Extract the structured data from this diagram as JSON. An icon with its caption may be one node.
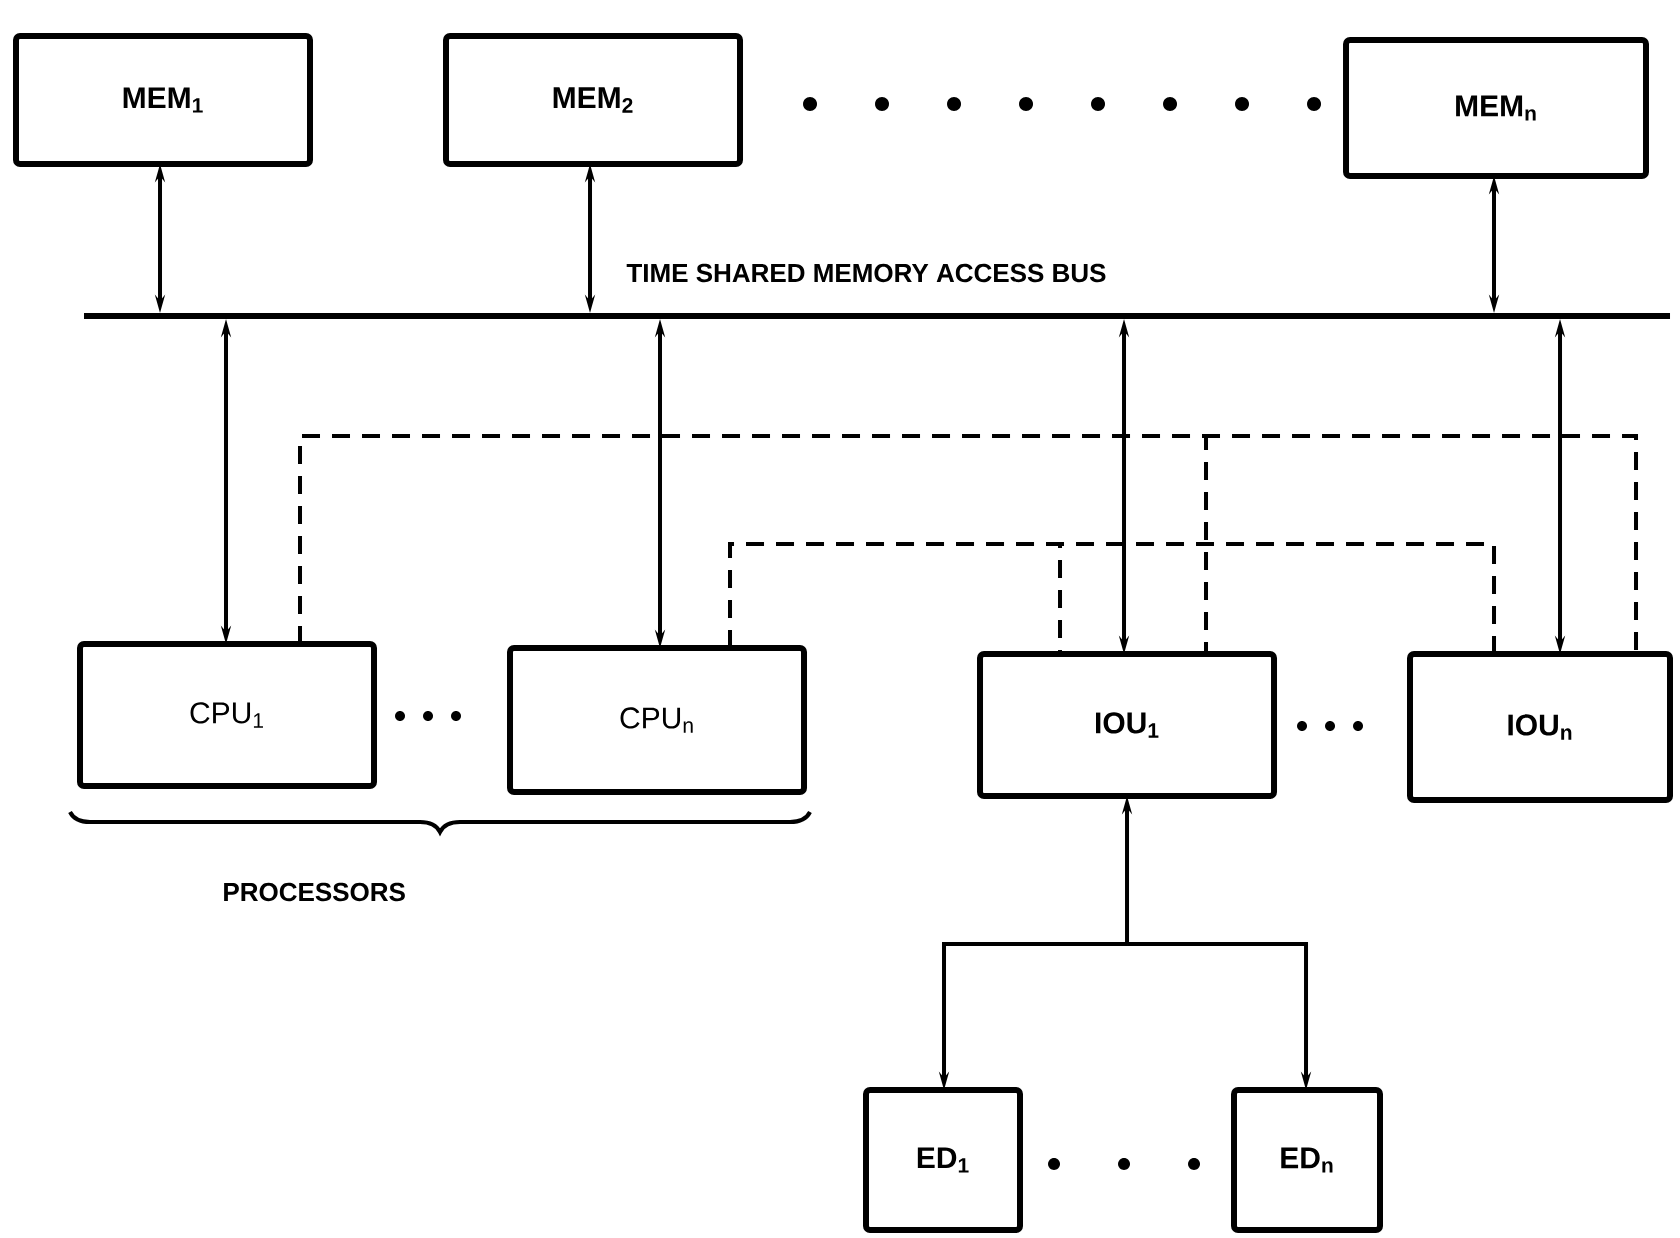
{
  "diagram": {
    "nodes": [
      {
        "text": [
          "MEM$_{1}$"
        ]
      },
      {
        "text": [
          "MEM$_{2}$"
        ]
      },
      {
        "text": [
          "MEM$_{n}$"
        ]
      },
      {
        "text": [],
        "shape": "bar",
        "beside": [
          "TIME SHARED MEMORY ACCESS BUS"
        ]
      },
      {
        "text": [
          "CPU$_{1}$"
        ]
      },
      {
        "text": [
          "CPU$_{n}$"
        ]
      },
      {
        "text": [
          "IOU$_{1}$"
        ]
      },
      {
        "text": [
          "IOU$_{n}$"
        ]
      },
      {
        "text": [
          "ED$_{1}$"
        ]
      },
      {
        "text": [
          "ED$_{n}$"
        ]
      }
    ],
    "edges": [
      {
        "from": 0,
        "to": 3,
        "arrow": "both"
      },
      {
        "from": 1,
        "to": 3,
        "arrow": "both"
      },
      {
        "from": 2,
        "to": 3,
        "arrow": "both"
      },
      {
        "from": 3,
        "to": 4,
        "arrow": "both"
      },
      {
        "from": 3,
        "to": 5,
        "arrow": "both"
      },
      {
        "from": 3,
        "to": 6,
        "arrow": "both"
      },
      {
        "from": 3,
        "to": 7,
        "arrow": "both"
      },
      {
        "from": 4,
        "to": 6,
        "arrow": "none",
        "style": "dashed"
      },
      {
        "from": 4,
        "to": 7,
        "arrow": "none",
        "style": "dashed"
      },
      {
        "from": 5,
        "to": 6,
        "arrow": "none",
        "style": "dashed"
      },
      {
        "from": 5,
        "to": 7,
        "arrow": "none",
        "style": "dashed"
      },
      {
        "from": 6,
        "to": 8,
        "arrow": "both"
      },
      {
        "from": 6,
        "to": 9,
        "arrow": "both"
      }
    ],
    "labels": [
      "PROCESSORS"
    ]
  }
}
